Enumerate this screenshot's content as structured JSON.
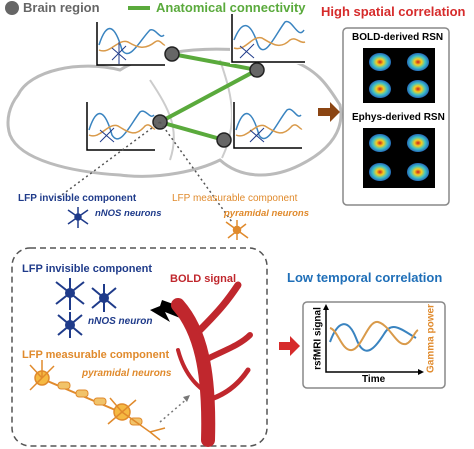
{
  "legend": {
    "brain_region": "Brain region",
    "connectivity": "Anatomical connectivity"
  },
  "top_right": {
    "title": "High spatial correlation",
    "bold_rsn": "BOLD-derived RSN",
    "ephys_rsn": "Ephys-derived RSN"
  },
  "middle": {
    "lfp_invisible": "LFP invisible component",
    "nnos_neurons": "nNOS neurons",
    "lfp_measurable": "LFP measurable component",
    "pyramidal_neurons": "pyramidal neurons"
  },
  "inset": {
    "lfp_invisible": "LFP invisible component",
    "nnos_neuron": "nNOS neuron",
    "lfp_measurable": "LFP measurable component",
    "pyramidal_neurons": "pyramidal neurons",
    "bold_signal": "BOLD signal"
  },
  "low_temporal": {
    "title": "Low temporal correlation",
    "ylabel": "rsfMRI signal",
    "xlabel": "Time",
    "right_label": "Gamma power"
  },
  "colors": {
    "green": "#5aaa3c",
    "red_title": "#d62b2b",
    "blue_title": "#1f6fb8",
    "navy": "#1f3b8a",
    "orange": "#e08a2c",
    "vessel": "#c0272d",
    "trace_blue": "#3a84c0",
    "trace_orange": "#d99a4a",
    "brown_arrow": "#8b4513"
  }
}
